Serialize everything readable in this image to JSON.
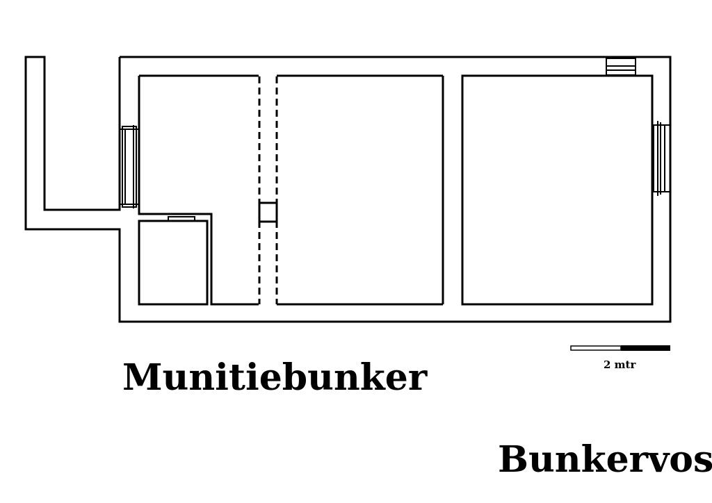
{
  "title": "Munitiebunker",
  "site": "Bunkervos",
  "scale_bar": {
    "label": "2 mtr"
  },
  "colors": {
    "line": "#000000",
    "background": "#ffffff"
  }
}
